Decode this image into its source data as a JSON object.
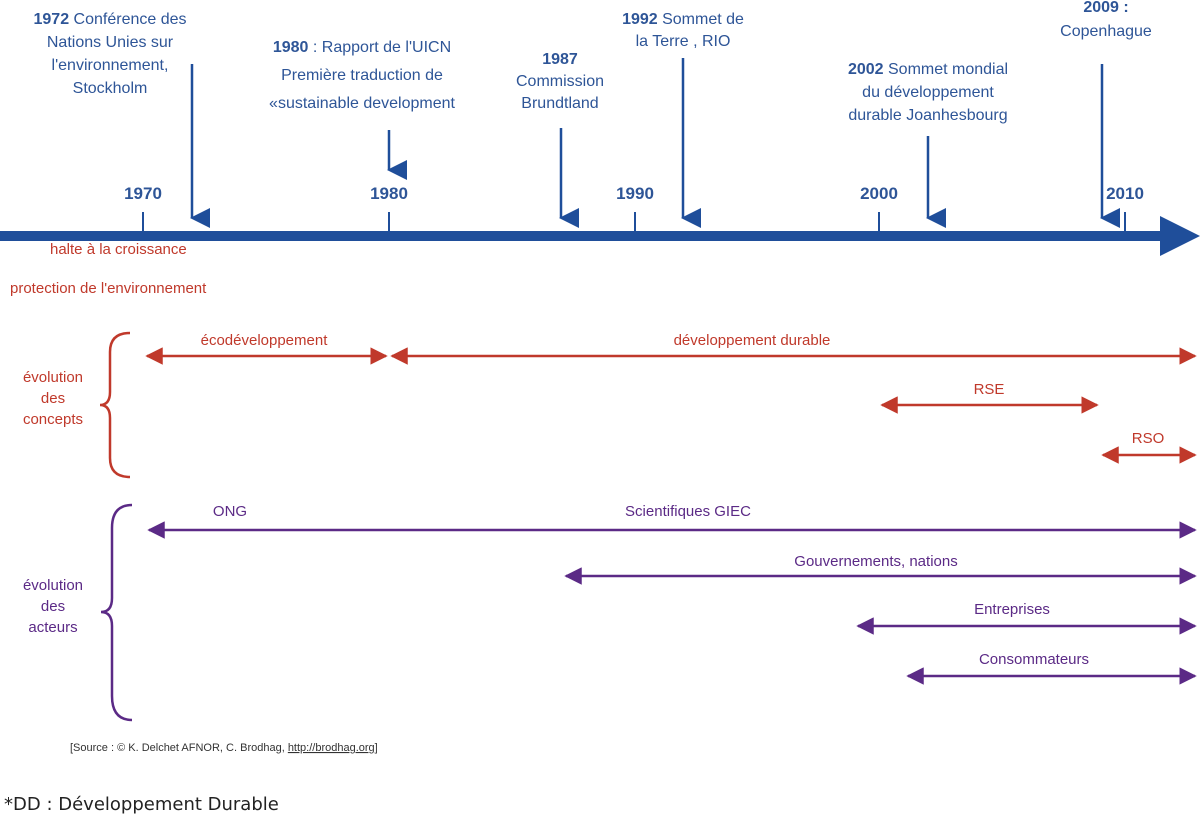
{
  "axis": {
    "ticks": [
      "1970",
      "1980",
      "1990",
      "2000",
      "2010"
    ]
  },
  "events": [
    {
      "year": "1972",
      "lines": [
        " Conférence des",
        "Nations Unies sur",
        "l'environnement,",
        "Stockholm"
      ]
    },
    {
      "year": "1980",
      "lines": [
        " : Rapport de l'UICN",
        "Première traduction de",
        "«sustainable development"
      ]
    },
    {
      "year": "1987",
      "lines": [
        "",
        "Commission",
        "Brundtland"
      ]
    },
    {
      "year": "1992",
      "lines": [
        " Sommet de",
        "la Terre , RIO"
      ]
    },
    {
      "year": "2002",
      "lines": [
        " Sommet mondial",
        "du développement",
        "durable Joanhesbourg"
      ]
    },
    {
      "year": "2009 :",
      "lines": [
        "",
        "Copenhague"
      ]
    }
  ],
  "context": {
    "line1": "halte à la croissance",
    "line2": "protection de l'environnement"
  },
  "concepts": {
    "group_label": [
      "évolution",
      "des",
      "concepts"
    ],
    "spans": [
      {
        "label": "écodéveloppement"
      },
      {
        "label": "développement durable"
      },
      {
        "label": "RSE"
      },
      {
        "label": "RSO"
      }
    ]
  },
  "actors": {
    "group_label": [
      "évolution",
      "des",
      "acteurs"
    ],
    "spans": [
      {
        "label": "ONG"
      },
      {
        "label": "Scientifiques GIEC"
      },
      {
        "label": "Gouvernements, nations"
      },
      {
        "label": "Entreprises"
      },
      {
        "label": "Consommateurs"
      }
    ]
  },
  "source": {
    "text": "[Source : © K. Delchet AFNOR, C. Brodhag, ",
    "link": "http://brodhag.org",
    "close": "]"
  },
  "footnote": "*DD : Développement Durable",
  "colors": {
    "timeline": "#1f4e9a",
    "events": "#2e5597",
    "concepts": "#c0392b",
    "actors": "#5b2a86"
  }
}
